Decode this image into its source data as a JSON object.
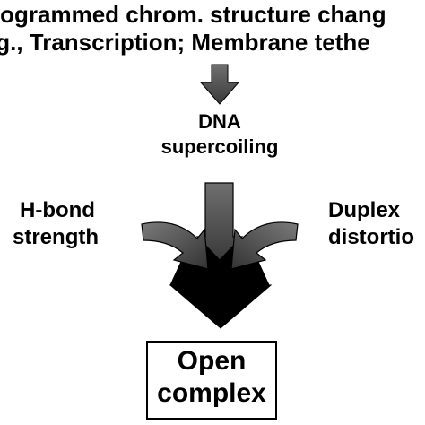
{
  "top": {
    "line1": "rogrammed chrom. structure chang",
    "line2": ".g., Transcription; Membrane tethe"
  },
  "middle": {
    "line1": "DNA",
    "line2": "supercoiling"
  },
  "left": {
    "line1": "H-bond",
    "line2": "strength"
  },
  "right": {
    "line1": "Duplex",
    "line2": "distortio"
  },
  "box": {
    "line1": "Open",
    "line2": "complex"
  }
}
